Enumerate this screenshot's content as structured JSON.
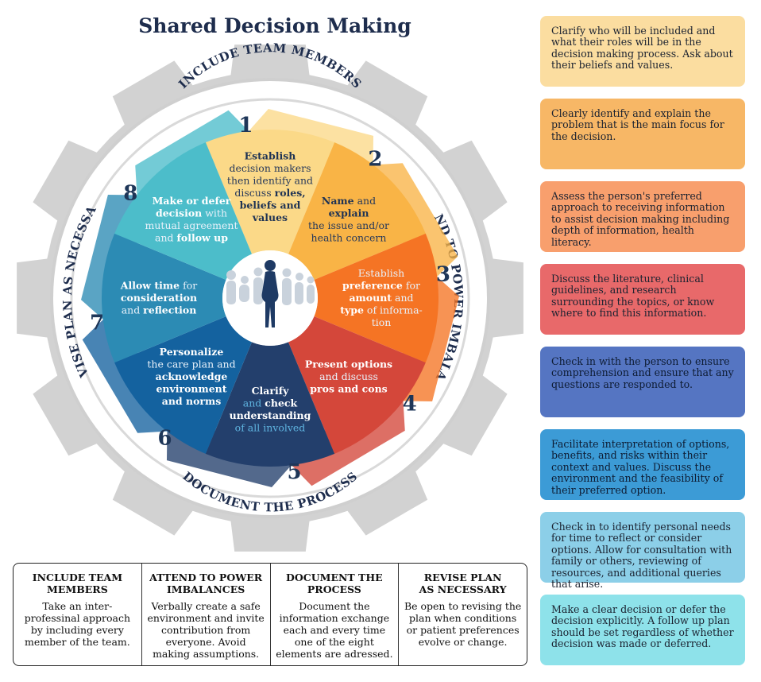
{
  "title": "Shared Decision Making",
  "ring_labels": {
    "top": "INCLUDE TEAM MEMBERS",
    "right": "ATTEND TO POWER IMBALANCES",
    "bottom": "DOCUMENT THE PROCESS",
    "left": "REVISE PLAN AS NECESSARY"
  },
  "colors": {
    "gear": "#d2d2d2",
    "ring_text": "#1e2d4d",
    "number": "#1e3658",
    "s1": "#fbd988",
    "s2": "#f9b446",
    "s3": "#f57424",
    "s4": "#d4473a",
    "s5": "#233f6c",
    "s6": "#14629f",
    "s7": "#2c8bb4",
    "s8": "#4cbdca"
  },
  "segments": [
    {
      "number": "1",
      "lines": [
        [
          {
            "t": "Establish",
            "b": true
          }
        ],
        [
          {
            "t": "decision makers"
          }
        ],
        [
          {
            "t": "then identify and"
          }
        ],
        [
          {
            "t": "discuss "
          },
          {
            "t": "roles,",
            "b": true
          }
        ],
        [
          {
            "t": "beliefs and",
            "b": true
          }
        ],
        [
          {
            "t": "values",
            "b": true
          }
        ]
      ]
    },
    {
      "number": "2",
      "lines": [
        [
          {
            "t": "Name",
            "b": true
          },
          {
            "t": " and"
          }
        ],
        [
          {
            "t": "explain",
            "b": true
          }
        ],
        [
          {
            "t": "the issue and/or"
          }
        ],
        [
          {
            "t": "health concern"
          }
        ]
      ]
    },
    {
      "number": "3",
      "lines": [
        [
          {
            "t": "Establish"
          }
        ],
        [
          {
            "t": "preference",
            "b": true
          },
          {
            "t": " for"
          }
        ],
        [
          {
            "t": "amount",
            "b": true
          },
          {
            "t": " and"
          }
        ],
        [
          {
            "t": "type",
            "b": true
          },
          {
            "t": " of informa-"
          }
        ],
        [
          {
            "t": "tion"
          }
        ]
      ]
    },
    {
      "number": "4",
      "lines": [
        [
          {
            "t": "Present options",
            "b": true
          }
        ],
        [
          {
            "t": "and discuss"
          }
        ],
        [
          {
            "t": "pros and cons",
            "b": true
          }
        ]
      ]
    },
    {
      "number": "5",
      "lines": [
        [
          {
            "t": "Clarify",
            "b": true
          }
        ],
        [
          {
            "t": "and "
          },
          {
            "t": "check",
            "b": true
          }
        ],
        [
          {
            "t": "understanding",
            "b": true
          }
        ],
        [
          {
            "t": "of all involved"
          }
        ]
      ]
    },
    {
      "number": "6",
      "lines": [
        [
          {
            "t": "Personalize",
            "b": true
          }
        ],
        [
          {
            "t": "the care plan and"
          }
        ],
        [
          {
            "t": "acknowledge",
            "b": true
          }
        ],
        [
          {
            "t": "environment",
            "b": true
          }
        ],
        [
          {
            "t": "and norms",
            "b": true
          }
        ]
      ]
    },
    {
      "number": "7",
      "lines": [
        [
          {
            "t": "Allow time",
            "b": true
          },
          {
            "t": " for"
          }
        ],
        [
          {
            "t": "consideration",
            "b": true
          }
        ],
        [
          {
            "t": "and "
          },
          {
            "t": "reflection",
            "b": true
          }
        ]
      ]
    },
    {
      "number": "8",
      "lines": [
        [
          {
            "t": "Make or defer",
            "b": true
          }
        ],
        [
          {
            "t": "decision",
            "b": true
          },
          {
            "t": " with"
          }
        ],
        [
          {
            "t": "mutual agreement"
          }
        ],
        [
          {
            "t": "and "
          },
          {
            "t": "follow up",
            "b": true
          }
        ]
      ]
    }
  ],
  "info_boxes": [
    {
      "text": "Clarify who will be included and what their roles will be in the decision making process. Ask about their beliefs and values.",
      "bg": "#fbdda0"
    },
    {
      "text": "Clearly identify and explain the problem that is the main focus for the decision.",
      "bg": "#f7b766"
    },
    {
      "text": "Assess the person's preferred approach to receiving information to assist decision making including depth of information, health literacy.",
      "bg": "#f89f6d"
    },
    {
      "text": "Discuss the literature, clinical guidelines, and research surrounding the topics, or know where to find this information.",
      "bg": "#e8696a"
    },
    {
      "text": "Check in with the person to ensure comprehension and ensure that any questions are responded to.",
      "bg": "#5575c2"
    },
    {
      "text": "Facilitate interpretation of options, benefits, and risks within their context and values. Discuss the environment and the feasibility of their preferred option.",
      "bg": "#3c9bd6"
    },
    {
      "text": "Check in to identify personal needs for time to reflect or consider options. Allow for consultation with family or others, reviewing of resources, and additional queries that arise.",
      "bg": "#8ccfe8"
    },
    {
      "text": "Make a clear decision or defer the decision explicitly. A follow up plan should be set regardless of whether decision was made or deferred.",
      "bg": "#8ee2ea"
    }
  ],
  "bottom_table": [
    {
      "heading": "INCLUDE TEAM\nMEMBERS",
      "text": "Take an inter-professinal approach by including every member of the team."
    },
    {
      "heading": "ATTEND TO POWER\nIMBALANCES",
      "text": "Verbally create a safe environment and invite contribution from everyone. Avoid making assumptions."
    },
    {
      "heading": "DOCUMENT THE\nPROCESS",
      "text": "Document the information exchange each and every time one of the eight elements are adressed."
    },
    {
      "heading": "REVISE PLAN\nAS NECESSARY",
      "text": "Be open to revising the plan when conditions or patient preferences evolve or change."
    }
  ]
}
